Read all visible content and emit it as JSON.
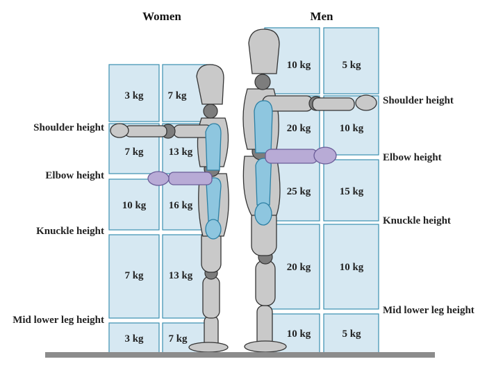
{
  "headings": {
    "women": "Women",
    "men": "Men"
  },
  "women": {
    "labels": [
      "Shoulder height",
      "Elbow height",
      "Knuckle height",
      "Mid lower leg height"
    ],
    "rows": [
      {
        "close": "3 kg",
        "far": "7 kg"
      },
      {
        "close": "7 kg",
        "far": "13 kg"
      },
      {
        "close": "10 kg",
        "far": "16 kg"
      },
      {
        "close": "7 kg",
        "far": "13 kg"
      },
      {
        "close": "3 kg",
        "far": "7 kg"
      }
    ]
  },
  "men": {
    "labels": [
      "Shoulder height",
      "Elbow height",
      "Knuckle height",
      "Mid lower leg height"
    ],
    "rows": [
      {
        "close": "10 kg",
        "far": "5 kg"
      },
      {
        "close": "20 kg",
        "far": "10 kg"
      },
      {
        "close": "25 kg",
        "far": "15 kg"
      },
      {
        "close": "20 kg",
        "far": "10 kg"
      },
      {
        "close": "10 kg",
        "far": "5 kg"
      }
    ]
  },
  "colors": {
    "box_fill": "#d6e8f2",
    "box_stroke": "#3a8fb0",
    "ground": "#8c8c8c",
    "upper_arm": "#8ec6df",
    "forearm": "#b8abd6"
  }
}
